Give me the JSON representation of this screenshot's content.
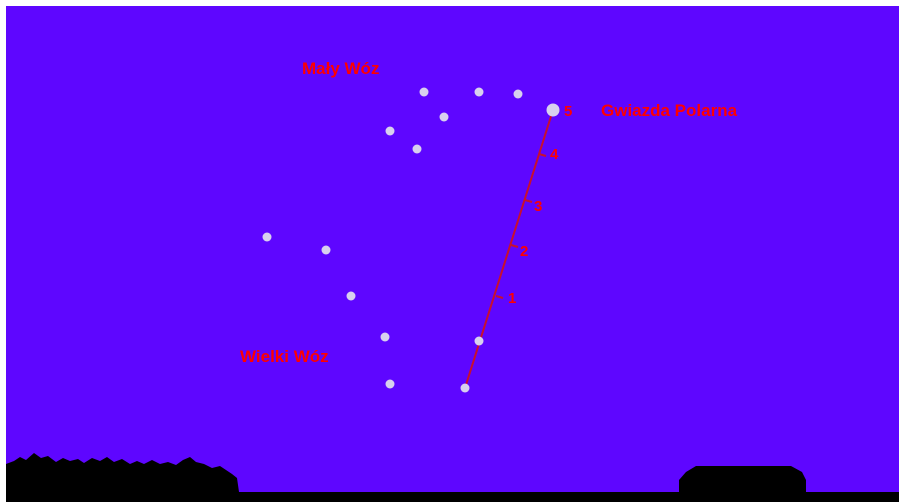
{
  "colors": {
    "sky": "#5e06ff",
    "star": "#d8d0ee",
    "label": "#ff0000",
    "guide_line": "#c8102e",
    "ground": "#000000"
  },
  "labels": {
    "little_dipper": "Mały Wóz",
    "big_dipper": "Wielki Wóz",
    "polaris": "Gwiazda Polarna"
  },
  "distance_marks": [
    "1",
    "2",
    "3",
    "4",
    "5"
  ]
}
